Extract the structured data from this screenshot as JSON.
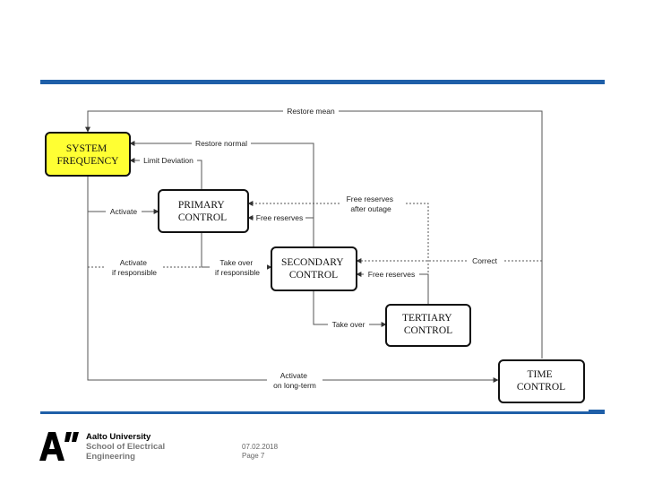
{
  "diagram": {
    "boxes": {
      "system_frequency": [
        "SYSTEM",
        "FREQUENCY"
      ],
      "primary_control": [
        "PRIMARY",
        "CONTROL"
      ],
      "secondary_control": [
        "SECONDARY",
        "CONTROL"
      ],
      "tertiary_control": [
        "TERTIARY",
        "CONTROL"
      ],
      "time_control": [
        "TIME",
        "CONTROL"
      ]
    },
    "labels": {
      "restore_mean": "Restore mean",
      "restore_normal": "Restore normal",
      "limit_deviation": "Limit Deviation",
      "activate": "Activate",
      "free_reserves_primary": "Free reserves",
      "free_reserves_after_outage": [
        "Free reserves",
        "after outage"
      ],
      "activate_if_responsible": [
        "Activate",
        "if responsible"
      ],
      "take_over_if_responsible": [
        "Take over",
        "if responsible"
      ],
      "correct": "Correct",
      "free_reserves_secondary": "Free reserves",
      "take_over": "Take over",
      "activate_long_term": [
        "Activate",
        "on long-term"
      ]
    },
    "colors": {
      "highlight_fill": "#ffff33",
      "accent_bar": "#1f5fa8"
    }
  },
  "footer": {
    "logo": "A”",
    "university": "Aalto University",
    "school": [
      "School of Electrical",
      "Engineering"
    ],
    "date": "07.02.2018",
    "page": "Page 7"
  }
}
